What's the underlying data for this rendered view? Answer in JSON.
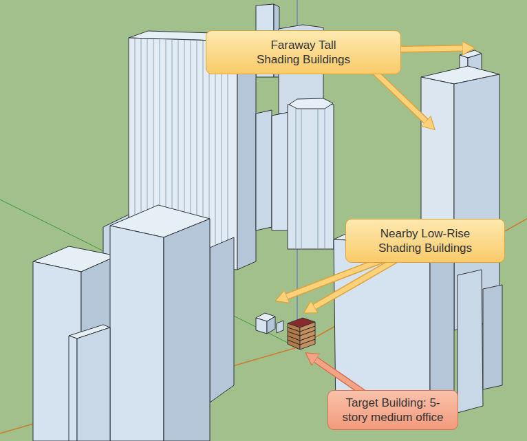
{
  "diagram": {
    "nodes": [
      {
        "text": [
          "Faraway Tall Shading Buildings"
        ]
      },
      {
        "text": [
          "Nearby Low-Rise Shading Buildings"
        ]
      },
      {
        "text": [
          "Target Building: 5-story medium office"
        ]
      }
    ]
  }
}
